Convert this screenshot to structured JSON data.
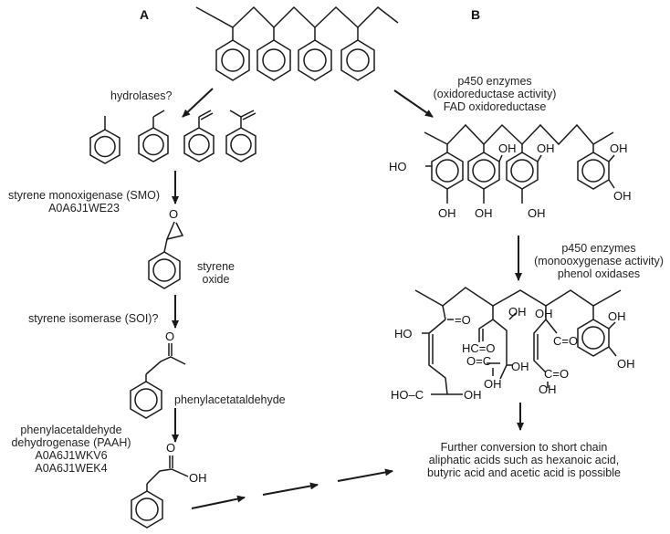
{
  "panels": {
    "a": "A",
    "b": "B"
  },
  "left": {
    "hydrolases": "hydrolases?",
    "smo": [
      "styrene monoxigenase (SMO)",
      "A0A6J1WE23"
    ],
    "styrene_oxide": [
      "styrene",
      "oxide"
    ],
    "soi": "styrene isomerase (SOI)?",
    "phenylacetataldehyde": "phenylacetataldehyde",
    "paah": [
      "phenylacetaldehyde",
      "dehydrogenase (PAAH)",
      "A0A6J1WKV6",
      "A0A6J1WEK4"
    ]
  },
  "right": {
    "p450_oxido": [
      "p450 enzymes",
      "(oxidoreductase activity)",
      "FAD oxidoreductase"
    ],
    "p450_mono": [
      "p450 enzymes",
      "(monooxygenase activity)",
      "phenol oxidases"
    ],
    "further": [
      "Further conversion to short chain",
      "aliphatic acids such as hexanoic acid,",
      "butyric acid and acetic acid is possible"
    ]
  },
  "atoms": {
    "oh": "OH",
    "ho": "HO",
    "o": "O",
    "c_eq_o": "C=O",
    "hc_eq_o": "HC=O",
    "o_eq_c": "O=C",
    "ho_c": "HO–C",
    "eq_o": "=O"
  }
}
